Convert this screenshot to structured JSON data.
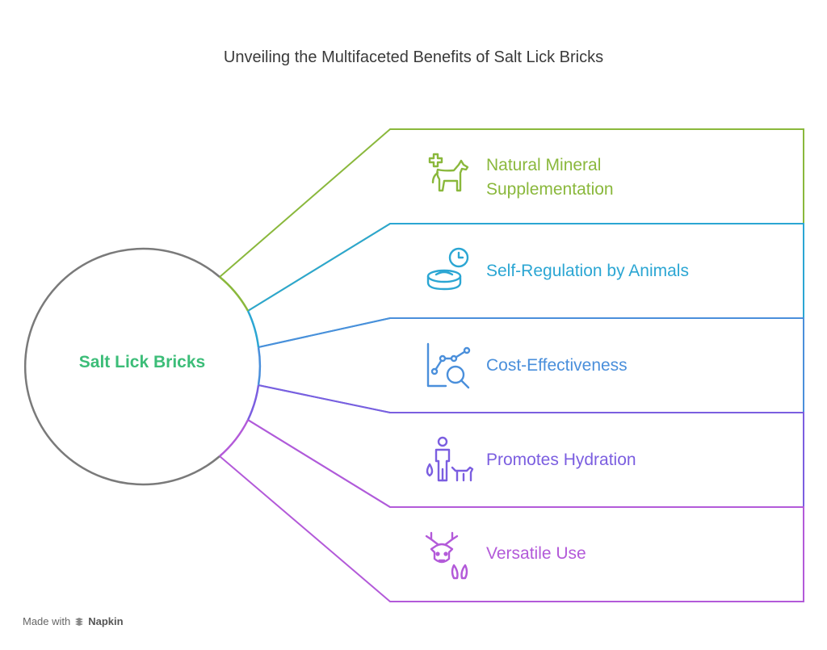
{
  "title": "Unveiling the Multifaceted Benefits of Salt Lick Bricks",
  "center": {
    "label": "Salt Lick Bricks",
    "color": "#3cbd78"
  },
  "center_stroke": "#7a7a7a",
  "items": [
    {
      "label": "Natural Mineral\nSupplementation",
      "color": "#8ab83c",
      "icon": "dog-health-icon"
    },
    {
      "label": "Self-Regulation by Animals",
      "color": "#2ba6d3",
      "icon": "feeding-bowl-clock-icon"
    },
    {
      "label": "Cost-Effectiveness",
      "color": "#4a8fdb",
      "icon": "chart-magnifier-icon"
    },
    {
      "label": "Promotes Hydration",
      "color": "#7b5ee0",
      "icon": "person-dog-water-icon"
    },
    {
      "label": "Versatile Use",
      "color": "#b35ad9",
      "icon": "deer-hoof-icon"
    }
  ],
  "footer": {
    "made_with": "Made with",
    "brand": "Napkin"
  }
}
